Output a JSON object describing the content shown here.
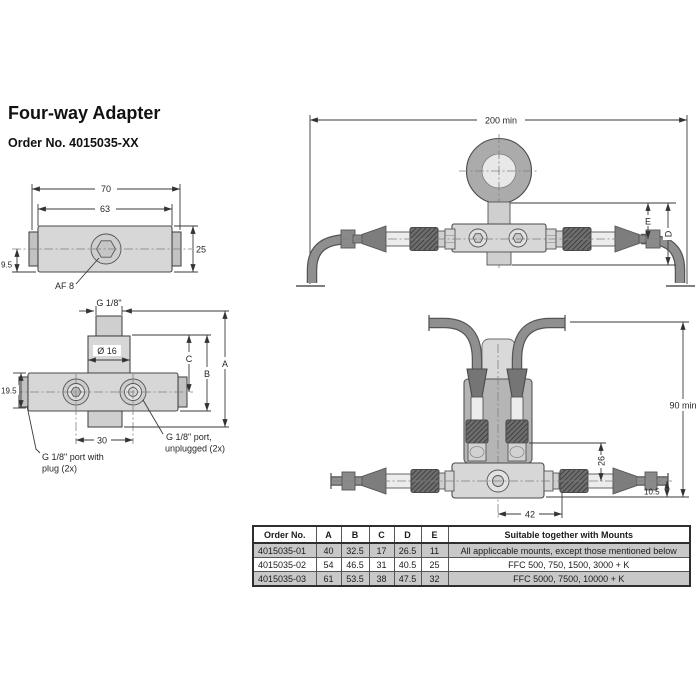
{
  "page": {
    "title": "Four-way Adapter",
    "order_no": "Order No. 4015035-XX"
  },
  "side_view": {
    "dim_overall": "70",
    "dim_body": "63",
    "dim_height": "25",
    "dim_offset": "9.5",
    "hex_label": "AF 8"
  },
  "front_view": {
    "thread_label": "G 1/8\"",
    "dim_diameter": "Ø 16",
    "dim_a": "A",
    "dim_b": "B",
    "dim_c": "C",
    "dim_cap": "19.5",
    "dim_port_spacing": "30",
    "port_unplugged_line1": "G 1/8\" port,",
    "port_unplugged_line2": "unplugged (2x)",
    "port_plug_line1": "G 1/8\" port with",
    "port_plug_line2": "plug (2x)"
  },
  "assembly_horizontal": {
    "dim_width": "200 min",
    "dim_e": "E",
    "dim_d": "D"
  },
  "assembly_vertical": {
    "dim_height": "90 min",
    "dim_26": "26",
    "dim_10_5": "10.5",
    "dim_42": "42"
  },
  "table": {
    "headers": [
      "Order No.",
      "A",
      "B",
      "C",
      "D",
      "E",
      "Suitable together with Mounts"
    ],
    "rows": [
      [
        "4015035-01",
        "40",
        "32.5",
        "17",
        "26.5",
        "11",
        "All appliccable mounts, except those mentioned below"
      ],
      [
        "4015035-02",
        "54",
        "46.5",
        "31",
        "40.5",
        "25",
        "FFC 500, 750, 1500, 3000 + K"
      ],
      [
        "4015035-03",
        "61",
        "53.5",
        "38",
        "47.5",
        "32",
        "FFC 5000, 7500, 10000 + K"
      ]
    ]
  },
  "colors": {
    "body_fill": "#d7d7d7",
    "dark_part": "#7d7d7d",
    "gauge_ring": "#ababab",
    "table_row_gray": "#c8c8c8",
    "line": "#3a3a3a"
  }
}
